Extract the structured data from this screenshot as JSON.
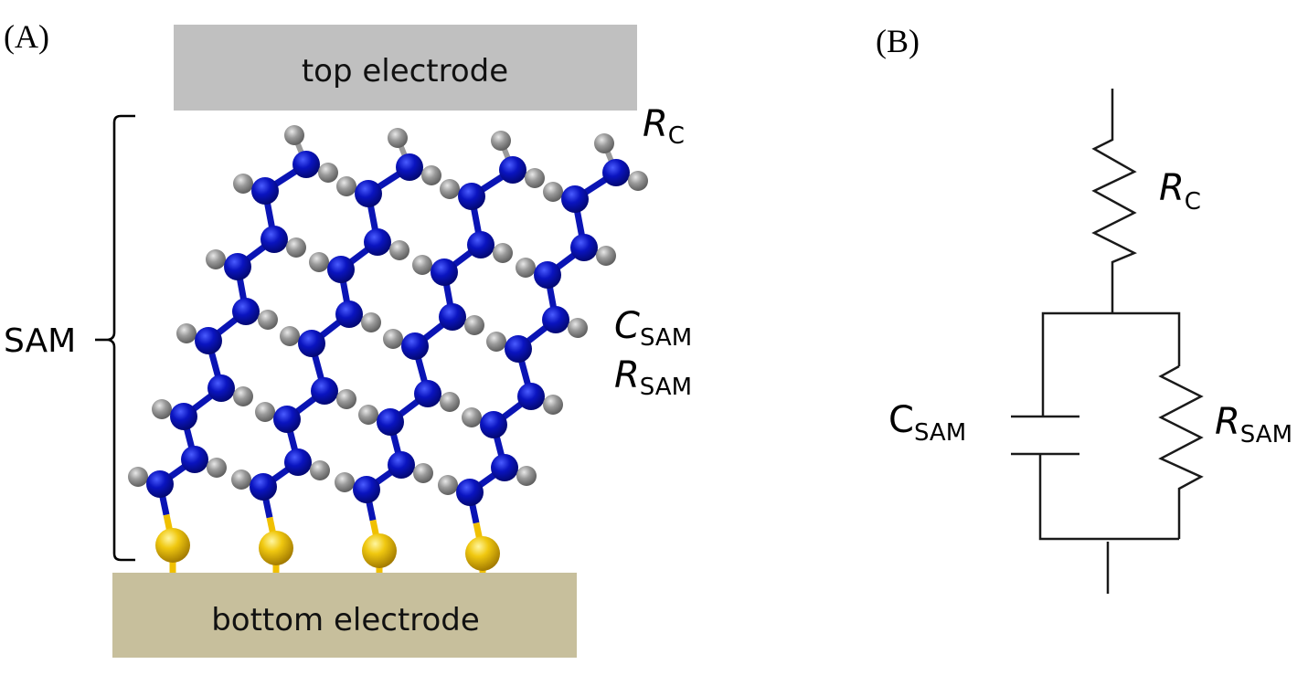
{
  "panels": {
    "a": {
      "label": "(A)",
      "top_electrode": {
        "label": "top electrode",
        "color": "#c0c0c0"
      },
      "bottom_electrode": {
        "label": "bottom electrode",
        "color": "#c7bf9c"
      },
      "sam_bracket_label": "SAM",
      "annotations": {
        "rc": {
          "main": "R",
          "sub": "C"
        },
        "csam": {
          "main": "C",
          "sub": "SAM"
        },
        "rsam": {
          "main": "R",
          "sub": "SAM"
        }
      },
      "molecules": {
        "chain_count": 4,
        "backbone_atoms_per_chain": 10,
        "colors": {
          "backbone_atom": "#0a14b4",
          "hydrogen_atom": "#8c8c8c",
          "anchor_atom": "#e6c20a",
          "bond": "#0a14b4",
          "anchor_bond": "#f0c000"
        }
      }
    },
    "b": {
      "label": "(B)",
      "components": {
        "rc": {
          "main": "R",
          "sub": "C",
          "type": "resistor"
        },
        "csam": {
          "main": "C",
          "sub": "SAM",
          "type": "capacitor"
        },
        "rsam": {
          "main": "R",
          "sub": "SAM",
          "type": "resistor"
        }
      }
    }
  }
}
